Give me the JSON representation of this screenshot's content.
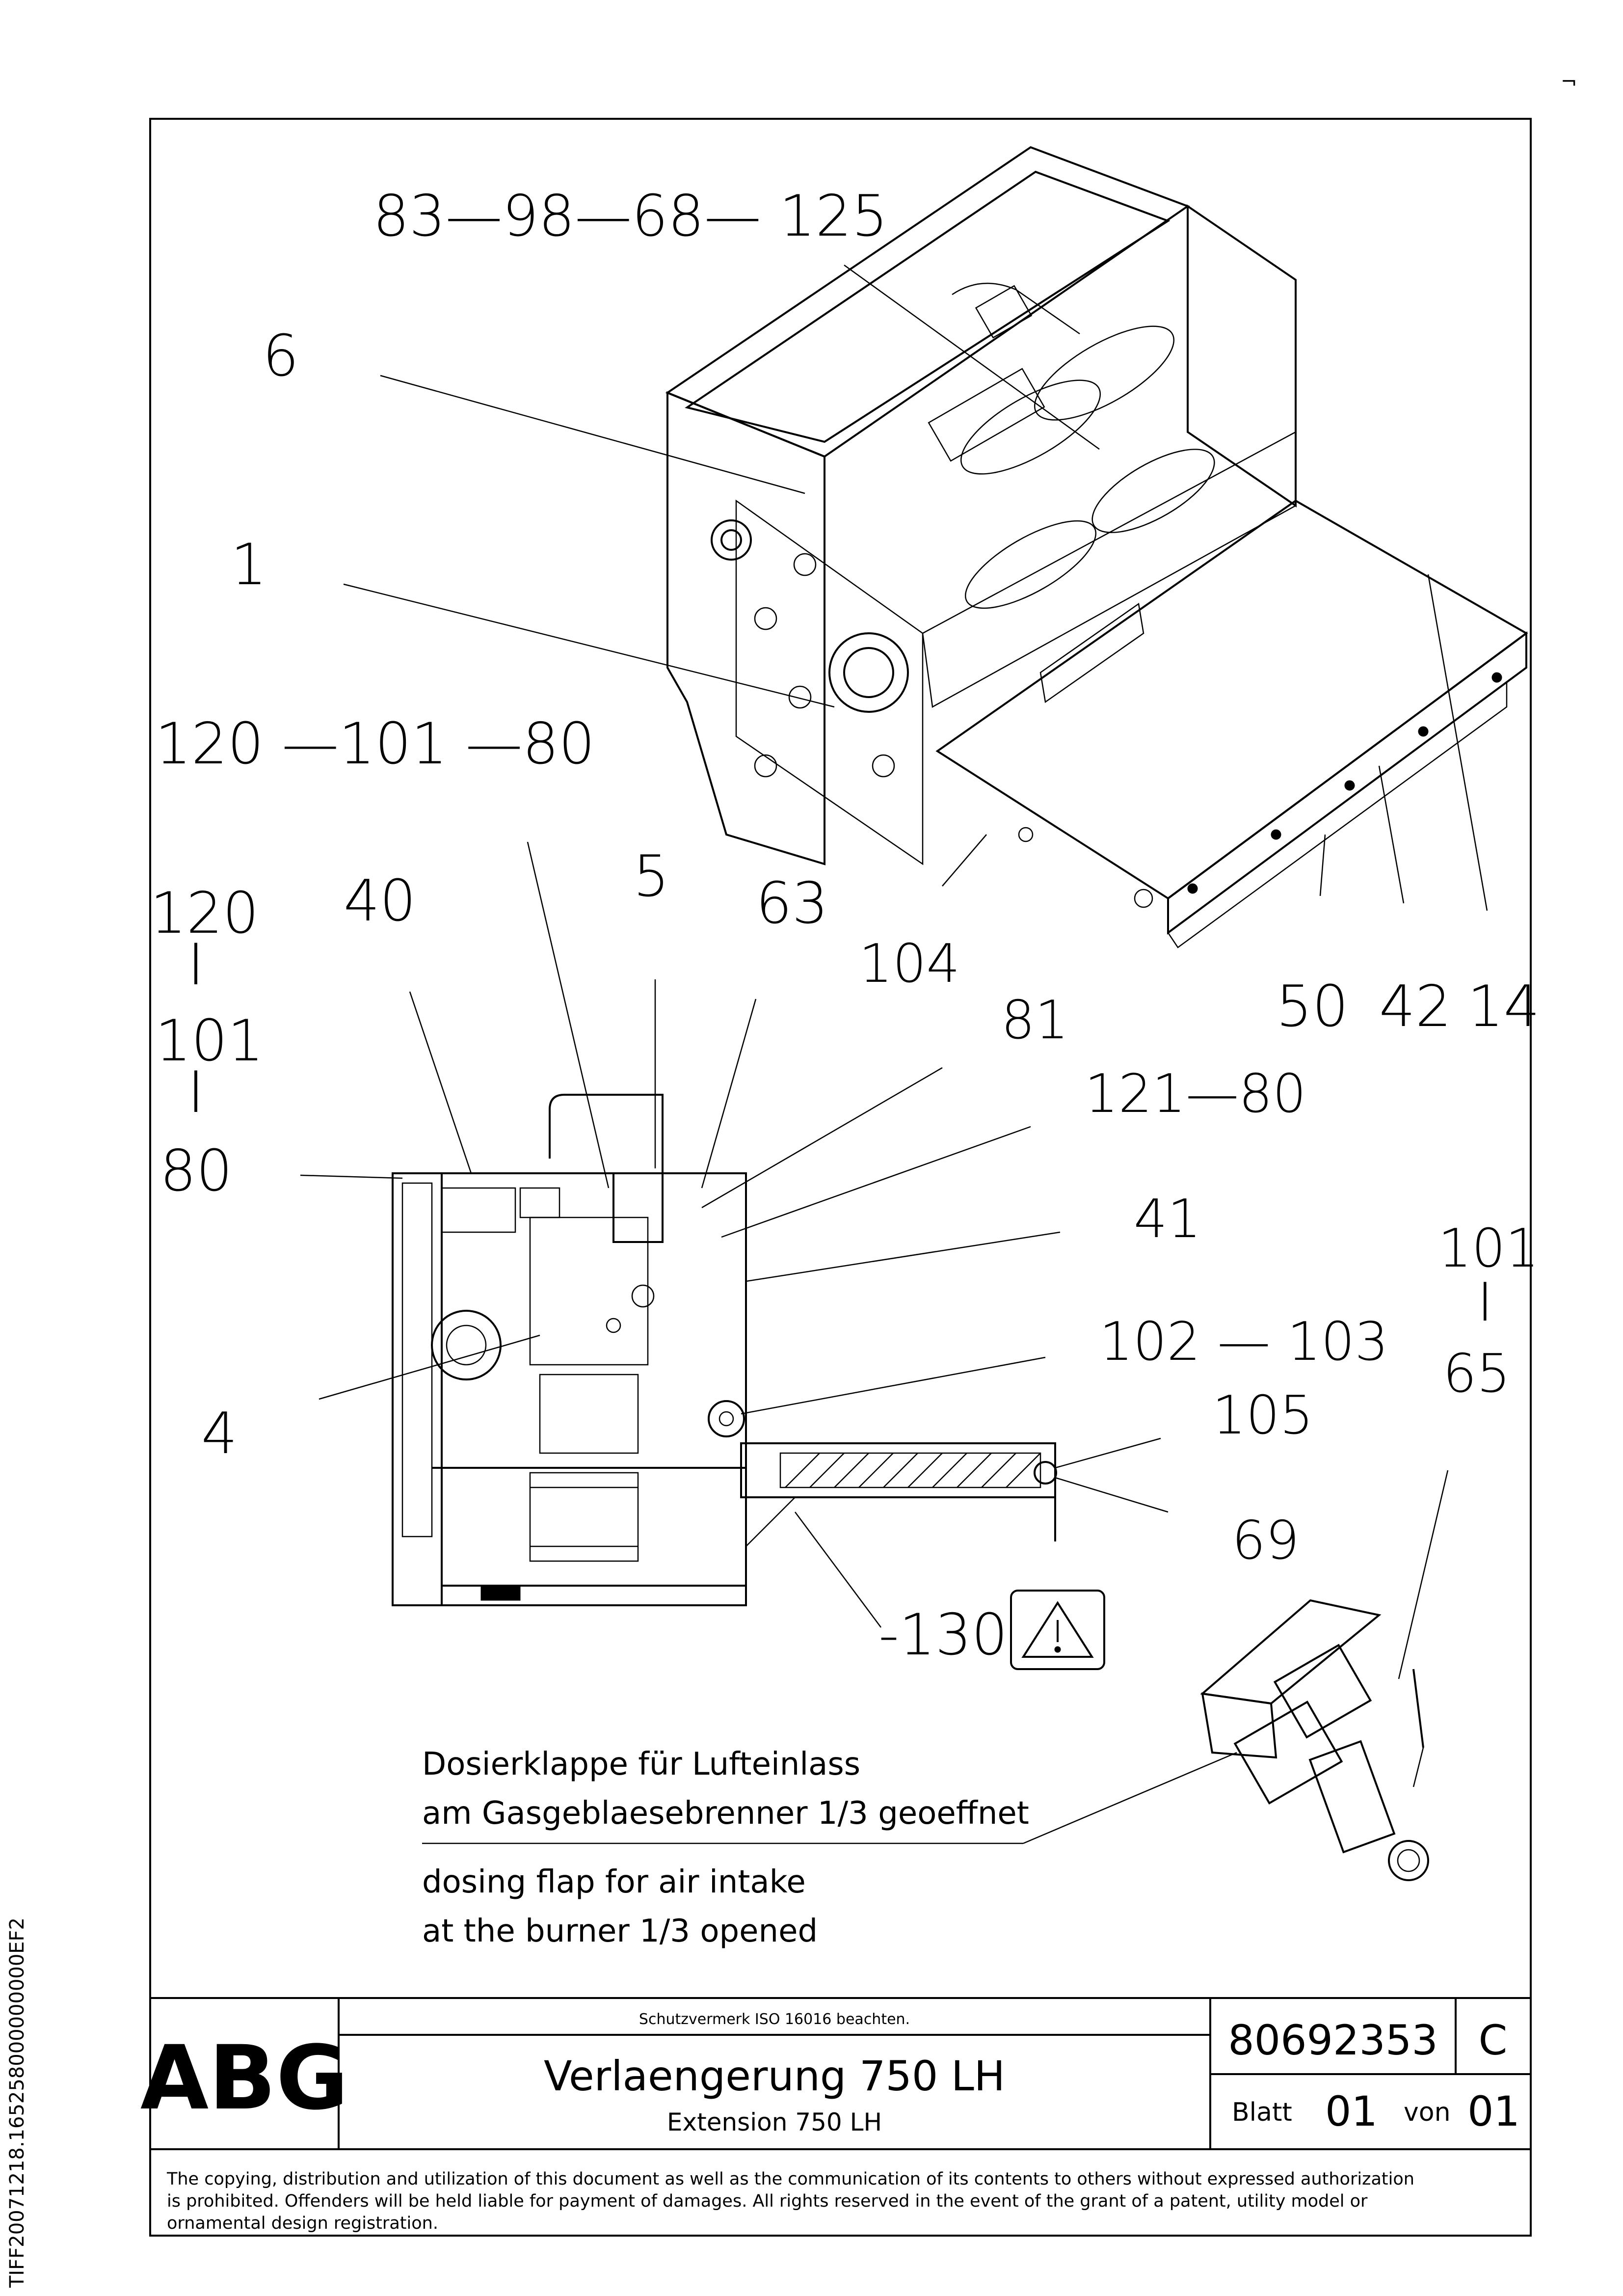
{
  "callouts": {
    "c_83_98_68_125": "83—98—68— 125",
    "c_6": "6",
    "c_1": "1",
    "c_120_101_80": "120 —101 —80",
    "c_120": "120",
    "c_bar1": "I",
    "c_101": "101",
    "c_bar2": "I",
    "c_80": "80",
    "c_40": "40",
    "c_5": "5",
    "c_63": "63",
    "c_104": "104",
    "c_81": "81",
    "c_50": "50",
    "c_42": "42",
    "c_14": "14",
    "c_121_80": "121—80",
    "c_41": "41",
    "c_101b": "101",
    "c_bar3": "I",
    "c_65": "65",
    "c_102_103": "102 — 103",
    "c_105": "105",
    "c_4": "4",
    "c_69": "69",
    "c_130": "-130"
  },
  "notes": {
    "de_line1": "Dosierklappe für Lufteinlass",
    "de_line2": "am Gasgeblaesebrenner 1/3 geoeffnet",
    "en_line1": "dosing flap for air intake",
    "en_line2": "at the burner 1/3 opened"
  },
  "title_block": {
    "logo": "ABG",
    "protection_note": "Schutzvermerk ISO 16016 beachten.",
    "title": "Verlaengerung 750 LH",
    "subtitle": "Extension 750 LH",
    "drawing_number": "80692353",
    "revision": "C",
    "sheet_label": "Blatt",
    "sheet_number": "01",
    "of_label": "von",
    "sheet_total": "01"
  },
  "copyright": {
    "line1": "The copying, distribution and utilization of this document as well as the communication of its contents to others without expressed authorization",
    "line2": "is prohibited. Offenders will be held liable for payment of damages. All rights reserved in the event of the grant of a patent, utility model or",
    "line3": "ornamental design registration."
  },
  "side_text": "TIFF20071218.165258000000000EF2",
  "corner_mark": "¬"
}
